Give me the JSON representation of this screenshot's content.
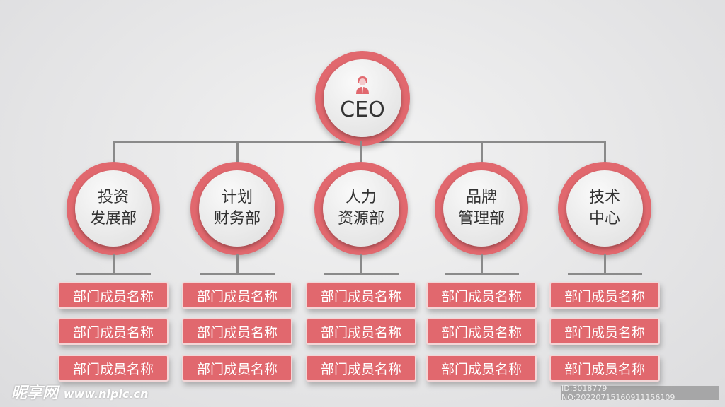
{
  "ceo": {
    "label": "CEO",
    "icon": "person-icon"
  },
  "departments": [
    {
      "line1": "投资",
      "line2": "发展部"
    },
    {
      "line1": "计划",
      "line2": "财务部"
    },
    {
      "line1": "人力",
      "line2": "资源部"
    },
    {
      "line1": "品牌",
      "line2": "管理部"
    },
    {
      "line1": "技术",
      "line2": "中心"
    }
  ],
  "member_label": "部门成员名称",
  "colors": {
    "accent": "#e1686e",
    "line": "#8a8a8a"
  },
  "watermark": {
    "brand": "昵享网",
    "url": "www.nipic.cn",
    "id": "ID:3018779 NO:20220715160911156109"
  }
}
